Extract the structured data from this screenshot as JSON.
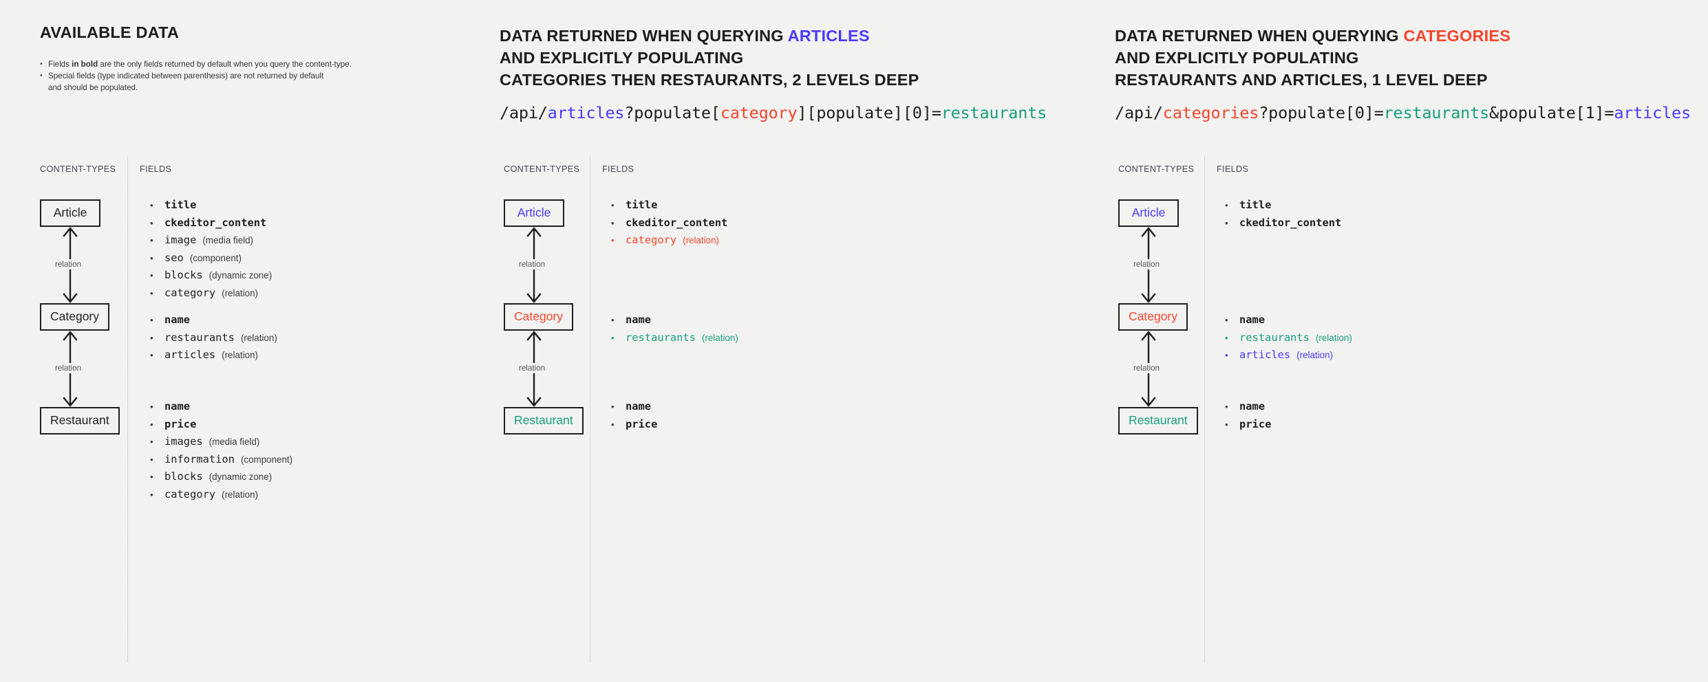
{
  "colors": {
    "background": "#f2f2f1",
    "ink": "#1f1f1f",
    "blue": "#4a3aff",
    "red": "#f5452c",
    "green": "#17a07a",
    "muted": "#565656",
    "divider": "#bdbdbd"
  },
  "columns": [
    {
      "id": "available-data",
      "title": {
        "prefix": "AVAILABLE DATA",
        "accent": "",
        "accent_color": ""
      },
      "title_lines": [],
      "notes": [
        {
          "pre": "Fields ",
          "bold": "in bold",
          "post": " are the only fields returned by default when you query the content-type."
        },
        {
          "pre": "Special fields (type indicated between parenthesis) are not returned by default",
          "bold": "",
          "post": ""
        },
        {
          "pre": "and should be populated.",
          "bold": "",
          "post": "",
          "continuation": true
        }
      ],
      "api": null,
      "subheads": {
        "content_types": "CONTENT-TYPES",
        "fields": "FIELDS"
      },
      "nodes": [
        {
          "label": "Article",
          "color": "ink"
        },
        {
          "label": "Category",
          "color": "ink"
        },
        {
          "label": "Restaurant",
          "color": "ink"
        }
      ],
      "relation_label": "relation",
      "groups": [
        {
          "for": "Article",
          "rows": [
            {
              "name": "title",
              "type": "",
              "bold": true,
              "color": "ink"
            },
            {
              "name": "ckeditor_content",
              "type": "",
              "bold": true,
              "color": "ink"
            },
            {
              "name": "image",
              "type": "(media field)",
              "bold": false,
              "color": "ink"
            },
            {
              "name": "seo",
              "type": "(component)",
              "bold": false,
              "color": "ink"
            },
            {
              "name": "blocks",
              "type": "(dynamic zone)",
              "bold": false,
              "color": "ink"
            },
            {
              "name": "category",
              "type": "(relation)",
              "bold": false,
              "color": "ink"
            }
          ]
        },
        {
          "for": "Category",
          "rows": [
            {
              "name": "name",
              "type": "",
              "bold": true,
              "color": "ink"
            },
            {
              "name": "restaurants",
              "type": "(relation)",
              "bold": false,
              "color": "ink"
            },
            {
              "name": "articles",
              "type": "(relation)",
              "bold": false,
              "color": "ink"
            }
          ]
        },
        {
          "for": "Restaurant",
          "rows": [
            {
              "name": "name",
              "type": "",
              "bold": true,
              "color": "ink"
            },
            {
              "name": "price",
              "type": "",
              "bold": true,
              "color": "ink"
            },
            {
              "name": "images",
              "type": "(media field)",
              "bold": false,
              "color": "ink"
            },
            {
              "name": "information",
              "type": "(component)",
              "bold": false,
              "color": "ink"
            },
            {
              "name": "blocks",
              "type": "(dynamic zone)",
              "bold": false,
              "color": "ink"
            },
            {
              "name": "category",
              "type": "(relation)",
              "bold": false,
              "color": "ink"
            }
          ]
        }
      ]
    },
    {
      "id": "query-articles",
      "title": {
        "prefix": "",
        "accent": "",
        "accent_color": ""
      },
      "title_lines": [
        {
          "text": "DATA RETURNED WHEN QUERYING ",
          "accent": "ARTICLES",
          "accent_color": "blue"
        },
        {
          "text": "AND EXPLICITLY POPULATING",
          "accent": "",
          "accent_color": ""
        },
        {
          "text": "CATEGORIES THEN RESTAURANTS, 2 LEVELS DEEP",
          "accent": "",
          "accent_color": ""
        }
      ],
      "notes": [],
      "api": [
        {
          "t": "/api/",
          "c": "ink"
        },
        {
          "t": "articles",
          "c": "blue"
        },
        {
          "t": "?populate[",
          "c": "ink"
        },
        {
          "t": "category",
          "c": "red"
        },
        {
          "t": "][populate][0]=",
          "c": "ink"
        },
        {
          "t": "restaurants",
          "c": "green"
        }
      ],
      "subheads": {
        "content_types": "CONTENT-TYPES",
        "fields": "FIELDS"
      },
      "nodes": [
        {
          "label": "Article",
          "color": "blue"
        },
        {
          "label": "Category",
          "color": "red"
        },
        {
          "label": "Restaurant",
          "color": "green"
        }
      ],
      "relation_label": "relation",
      "groups": [
        {
          "for": "Article",
          "rows": [
            {
              "name": "title",
              "type": "",
              "bold": true,
              "color": "ink"
            },
            {
              "name": "ckeditor_content",
              "type": "",
              "bold": true,
              "color": "ink"
            },
            {
              "name": "category",
              "type": "(relation)",
              "bold": false,
              "color": "red"
            }
          ]
        },
        {
          "for": "Category",
          "rows": [
            {
              "name": "name",
              "type": "",
              "bold": true,
              "color": "ink"
            },
            {
              "name": "restaurants",
              "type": "(relation)",
              "bold": false,
              "color": "green"
            }
          ]
        },
        {
          "for": "Restaurant",
          "rows": [
            {
              "name": "name",
              "type": "",
              "bold": true,
              "color": "ink"
            },
            {
              "name": "price",
              "type": "",
              "bold": true,
              "color": "ink"
            }
          ]
        }
      ]
    },
    {
      "id": "query-categories",
      "title": {
        "prefix": "",
        "accent": "",
        "accent_color": ""
      },
      "title_lines": [
        {
          "text": "DATA RETURNED WHEN QUERYING ",
          "accent": "CATEGORIES",
          "accent_color": "red"
        },
        {
          "text": "AND EXPLICITLY POPULATING",
          "accent": "",
          "accent_color": ""
        },
        {
          "text": "RESTAURANTS AND ARTICLES, 1 LEVEL DEEP",
          "accent": "",
          "accent_color": ""
        }
      ],
      "notes": [],
      "api": [
        {
          "t": "/api/",
          "c": "ink"
        },
        {
          "t": "categories",
          "c": "red"
        },
        {
          "t": "?populate[0]=",
          "c": "ink"
        },
        {
          "t": "restaurants",
          "c": "green"
        },
        {
          "t": "&populate[1]=",
          "c": "ink"
        },
        {
          "t": "articles",
          "c": "blue"
        }
      ],
      "subheads": {
        "content_types": "CONTENT-TYPES",
        "fields": "FIELDS"
      },
      "nodes": [
        {
          "label": "Article",
          "color": "blue"
        },
        {
          "label": "Category",
          "color": "red"
        },
        {
          "label": "Restaurant",
          "color": "green"
        }
      ],
      "relation_label": "relation",
      "groups": [
        {
          "for": "Article",
          "rows": [
            {
              "name": "title",
              "type": "",
              "bold": true,
              "color": "ink"
            },
            {
              "name": "ckeditor_content",
              "type": "",
              "bold": true,
              "color": "ink"
            }
          ]
        },
        {
          "for": "Category",
          "rows": [
            {
              "name": "name",
              "type": "",
              "bold": true,
              "color": "ink"
            },
            {
              "name": "restaurants",
              "type": "(relation)",
              "bold": false,
              "color": "green"
            },
            {
              "name": "articles",
              "type": "(relation)",
              "bold": false,
              "color": "blue"
            }
          ]
        },
        {
          "for": "Restaurant",
          "rows": [
            {
              "name": "name",
              "type": "",
              "bold": true,
              "color": "ink"
            },
            {
              "name": "price",
              "type": "",
              "bold": true,
              "color": "ink"
            }
          ]
        }
      ]
    }
  ]
}
